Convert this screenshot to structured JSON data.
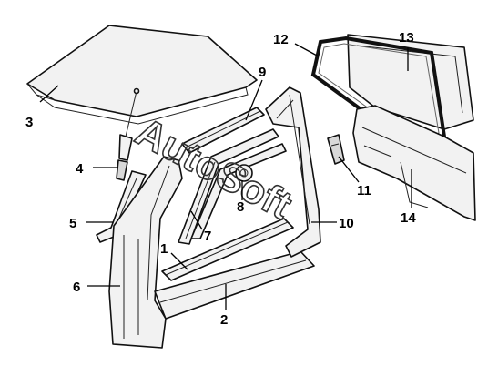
{
  "callouts": [
    {
      "id": "1",
      "label": "1"
    },
    {
      "id": "2",
      "label": "2"
    },
    {
      "id": "3",
      "label": "3"
    },
    {
      "id": "4",
      "label": "4"
    },
    {
      "id": "5",
      "label": "5"
    },
    {
      "id": "6",
      "label": "6"
    },
    {
      "id": "7",
      "label": "7"
    },
    {
      "id": "8",
      "label": "8"
    },
    {
      "id": "9",
      "label": "9"
    },
    {
      "id": "10",
      "label": "10"
    },
    {
      "id": "11",
      "label": "11"
    },
    {
      "id": "12",
      "label": "12"
    },
    {
      "id": "13",
      "label": "13"
    },
    {
      "id": "14",
      "label": "14"
    }
  ],
  "watermark": {
    "text": "AutoSoft",
    "color": "#333333"
  }
}
